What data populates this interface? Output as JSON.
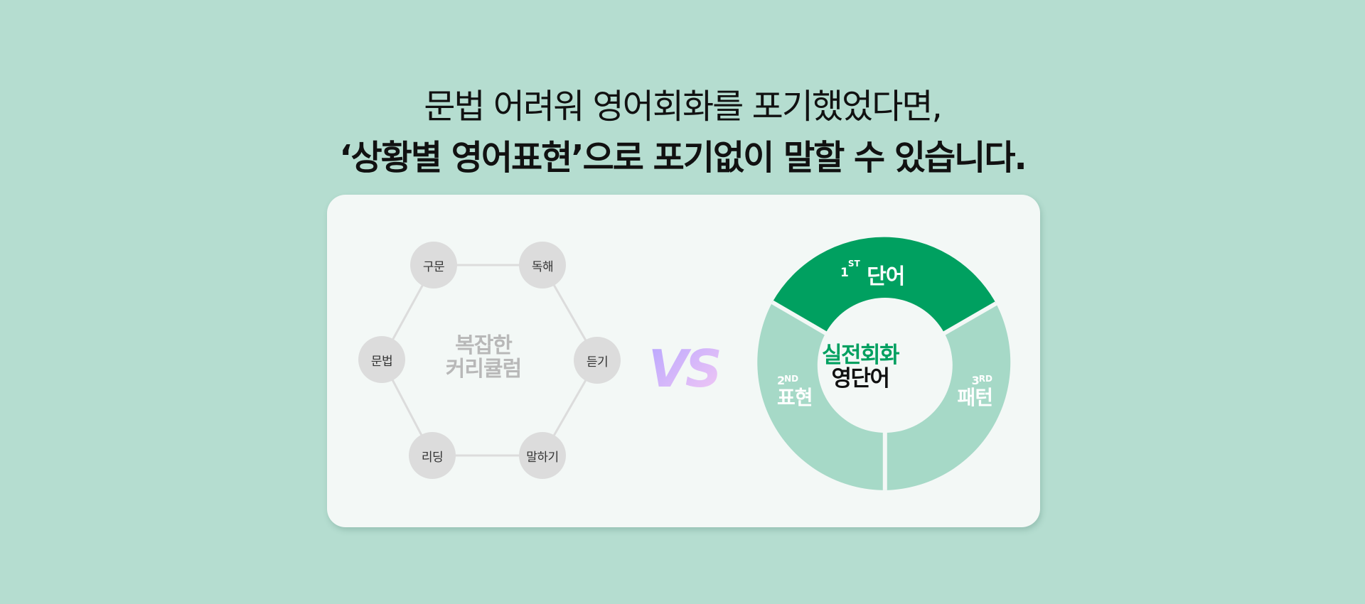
{
  "headline": {
    "line1": "문법 어려워 영어회화를  포기했었다면,",
    "line2": "‘상황별 영어표현’으로 포기없이 말할 수 있습니다."
  },
  "left_diagram": {
    "center_line1": "복잡한",
    "center_line2": "커리큘럼",
    "nodes": [
      "구문",
      "독해",
      "문법",
      "듣기",
      "리딩",
      "말하기"
    ]
  },
  "vs": "VS",
  "donut": {
    "center_line1": "실전회화",
    "center_line2": "영단어",
    "segments": [
      {
        "rank": "1",
        "suffix": "ST",
        "label": "단어"
      },
      {
        "rank": "2",
        "suffix": "ND",
        "label": "표현"
      },
      {
        "rank": "3",
        "suffix": "RD",
        "label": "패턴"
      }
    ]
  },
  "colors": {
    "background": "#b5ddd0",
    "card": "#f3f8f6",
    "accent_green": "#00a060",
    "light_green": "#a6d9c7",
    "node_gray": "#dcdcdc"
  }
}
